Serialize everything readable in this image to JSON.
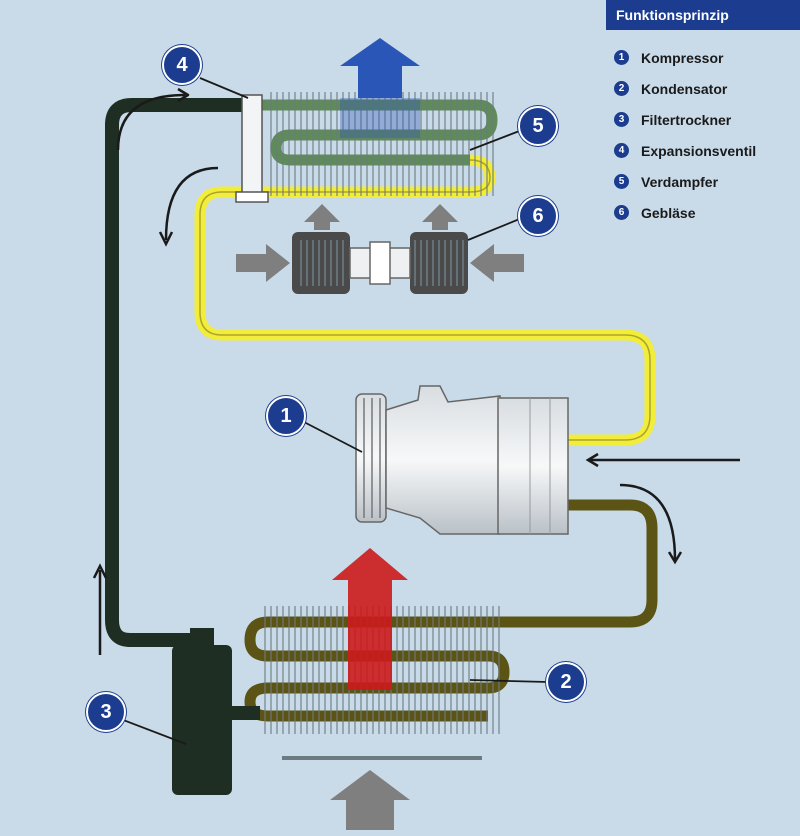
{
  "legend": {
    "title": "Funktionsprinzip",
    "items": [
      {
        "num": "1",
        "label": "Kompressor"
      },
      {
        "num": "2",
        "label": "Kondensator"
      },
      {
        "num": "3",
        "label": "Filtertrockner"
      },
      {
        "num": "4",
        "label": "Expansionsventil"
      },
      {
        "num": "5",
        "label": "Verdampfer"
      },
      {
        "num": "6",
        "label": "Gebläse"
      }
    ]
  },
  "callouts": {
    "c1": "1",
    "c2": "2",
    "c3": "3",
    "c4": "4",
    "c5": "5",
    "c6": "6"
  },
  "colors": {
    "background": "#c9dbe9",
    "pipe_dark": "#1f2e22",
    "pipe_yellow": "#f2ec3a",
    "pipe_olive": "#5b5414",
    "pipe_green": "#5f8a5a",
    "arrow_blue": "#2a56b8",
    "arrow_red": "#cc1a1a",
    "arrow_grey": "#7f7f7f",
    "accent": "#1c3d8f"
  }
}
